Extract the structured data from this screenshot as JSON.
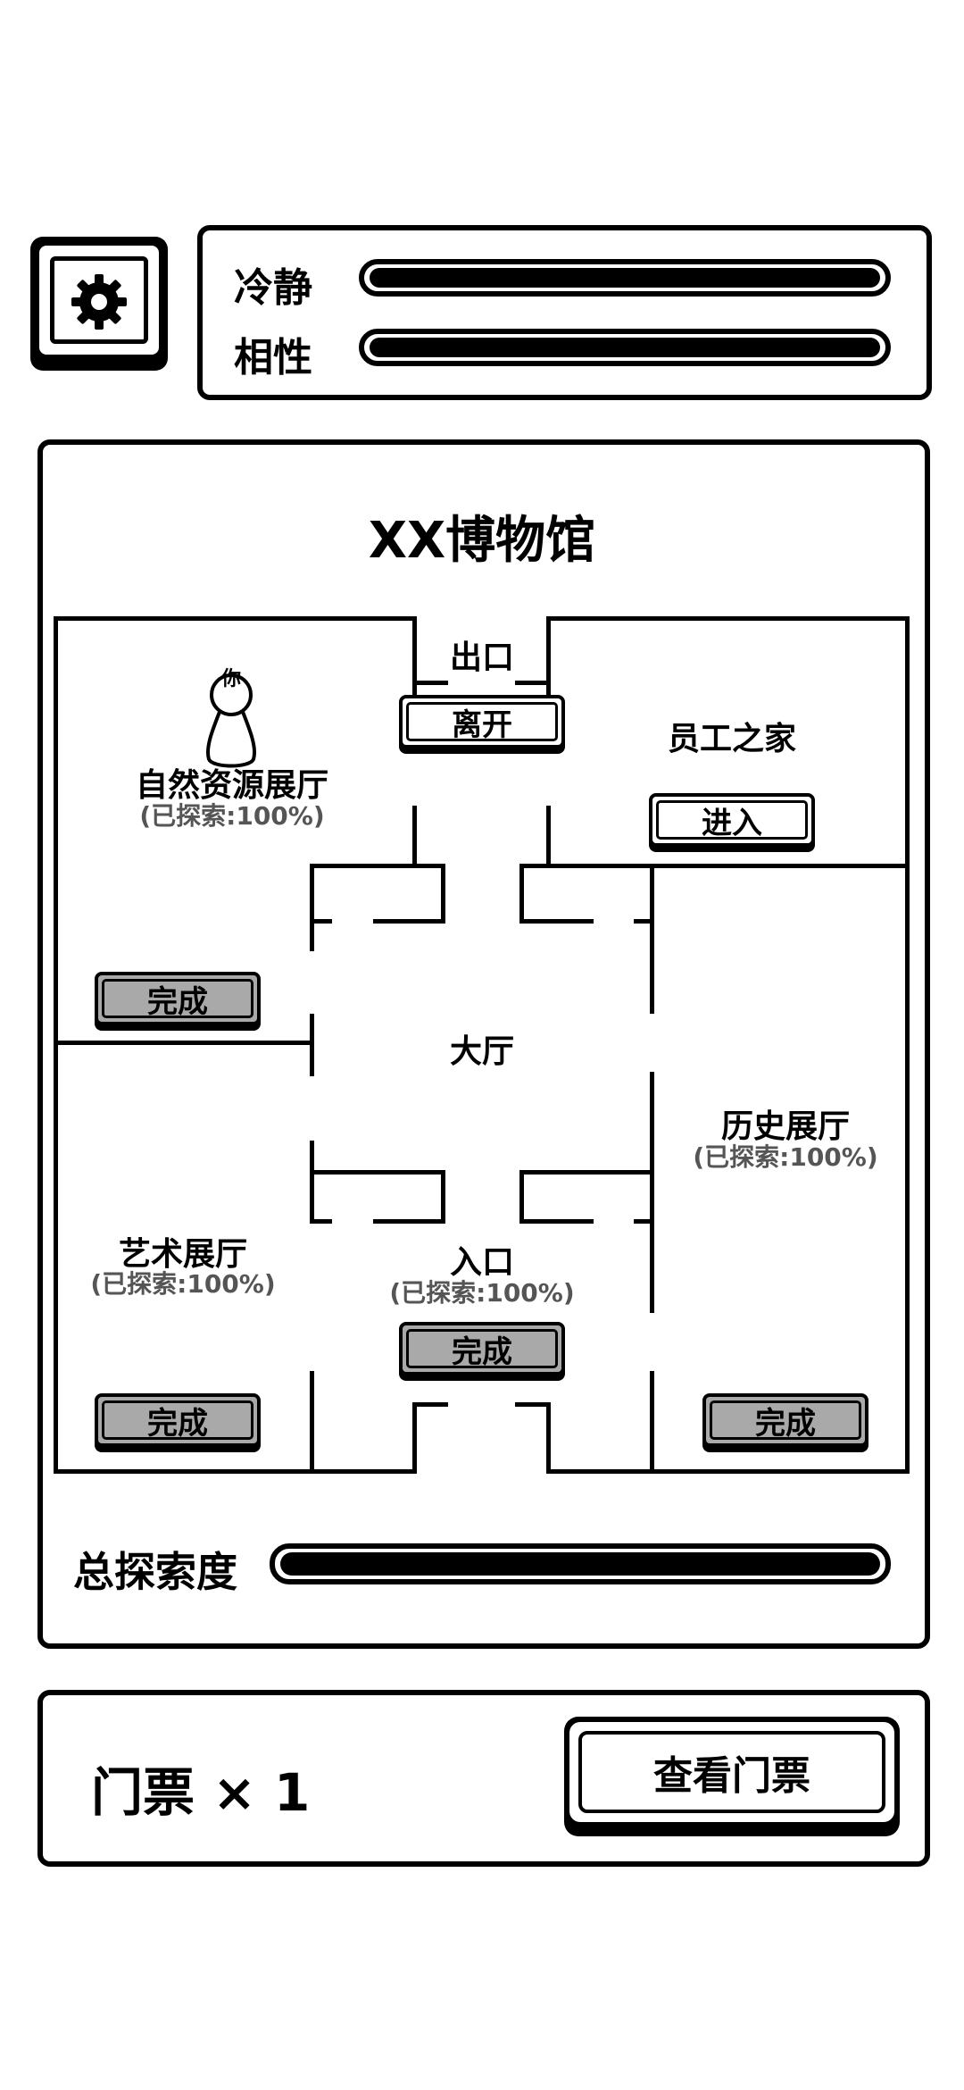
{
  "settings": {
    "icon": "gear-icon"
  },
  "stats": {
    "calm": {
      "label": "冷静",
      "value": 1.0
    },
    "affinity": {
      "label": "相性",
      "value": 1.0
    }
  },
  "map": {
    "title": "XX博物馆",
    "exit": {
      "label": "出口",
      "button": "离开"
    },
    "staff": {
      "label": "员工之家",
      "button": "进入"
    },
    "nature": {
      "label": "自然资源展厅",
      "progress": "(已探索:100%)",
      "button": "完成"
    },
    "lobby": {
      "label": "大厅"
    },
    "history": {
      "label": "历史展厅",
      "progress": "(已探索:100%)",
      "button": "完成"
    },
    "art": {
      "label": "艺术展厅",
      "progress": "(已探索:100%)",
      "button": "完成"
    },
    "entrance": {
      "label": "入口",
      "progress": "(已探索:100%)",
      "button": "完成"
    },
    "player": {
      "tag": "你"
    }
  },
  "total": {
    "label": "总探索度",
    "value": 1.0
  },
  "ticket": {
    "label": "门票 × 1",
    "button": "查看门票"
  }
}
